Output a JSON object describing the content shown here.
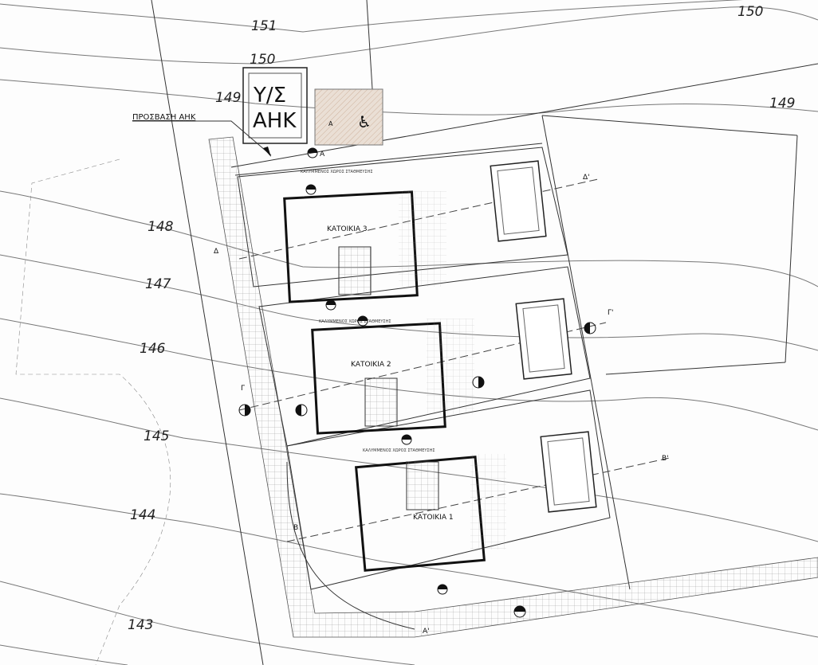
{
  "contours": [
    "151",
    "150",
    "150",
    "149",
    "149",
    "148",
    "147",
    "146",
    "145",
    "144",
    "143"
  ],
  "substation": {
    "line1": "Υ/Σ",
    "line2": "ΑΗΚ"
  },
  "access_label": "ΠΡΟΣΒΑΣΗ ΑΗΚ",
  "houses": [
    {
      "name": "ΚΑΤΟΙΚΙΑ 3",
      "parking": "ΚΑΛΥΜΜΕΝΟΣ ΧΩΡΟΣ ΣΤΑΘΜΕΥΣΗΣ"
    },
    {
      "name": "ΚΑΤΟΙΚΙΑ 2",
      "parking": "ΚΑΛΥΜΜΕΝΟΣ ΧΩΡΟΣ ΣΤΑΘΜΕΥΣΗΣ"
    },
    {
      "name": "ΚΑΤΟΙΚΙΑ 1",
      "parking": "ΚΑΛΥΜΜΕΝΟΣ ΧΩΡΟΣ ΣΤΑΘΜΕΥΣΗΣ"
    }
  ],
  "section_marks": [
    "Δ'",
    "Γ'",
    "Β'",
    "Α",
    "Β",
    "Γ",
    "Δ",
    "Α'"
  ],
  "parking_marker": "A",
  "colors": {
    "paving": "#e8dcd2",
    "line": "#333333"
  }
}
